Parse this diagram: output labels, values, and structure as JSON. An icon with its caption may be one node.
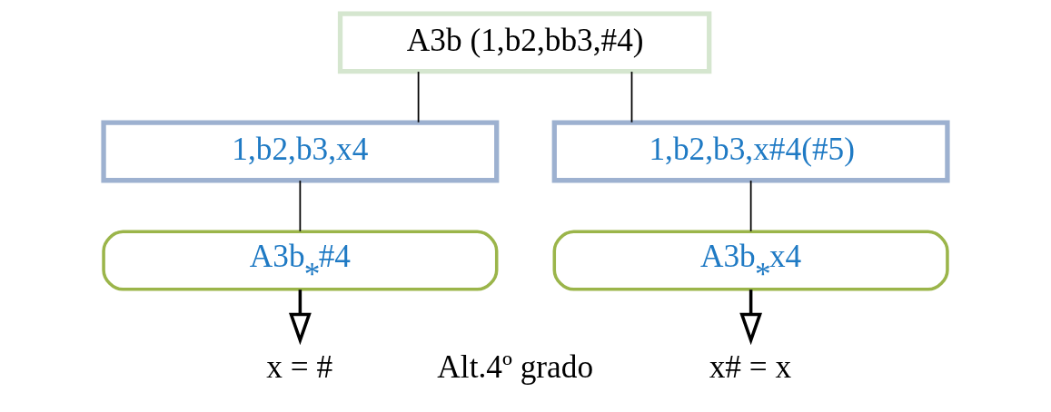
{
  "diagram": {
    "nodes": [
      {
        "text": [
          "A3b (1,b2,bb3,#4)"
        ]
      },
      {
        "text": [
          "1,b2,b3,x4"
        ]
      },
      {
        "text": [
          "1,b2,b3,x#4(#5)"
        ]
      },
      {
        "text": [
          "A3b$_{*}$#4"
        ]
      },
      {
        "text": [
          "A3b$_{*}$x4"
        ]
      },
      {
        "text": [
          "x = #"
        ]
      },
      {
        "text": [
          "x# = x"
        ]
      }
    ],
    "edges": [
      {
        "from": 0,
        "to": 1,
        "arrow": "none"
      },
      {
        "from": 0,
        "to": 2,
        "arrow": "none"
      },
      {
        "from": 1,
        "to": 3,
        "arrow": "none"
      },
      {
        "from": 2,
        "to": 4,
        "arrow": "none"
      },
      {
        "from": 3,
        "to": 5,
        "arrow": "to",
        "style": "thick"
      },
      {
        "from": 4,
        "to": 6,
        "arrow": "to",
        "style": "thick"
      }
    ],
    "labels": [
      "Alt.4º grado"
    ]
  }
}
